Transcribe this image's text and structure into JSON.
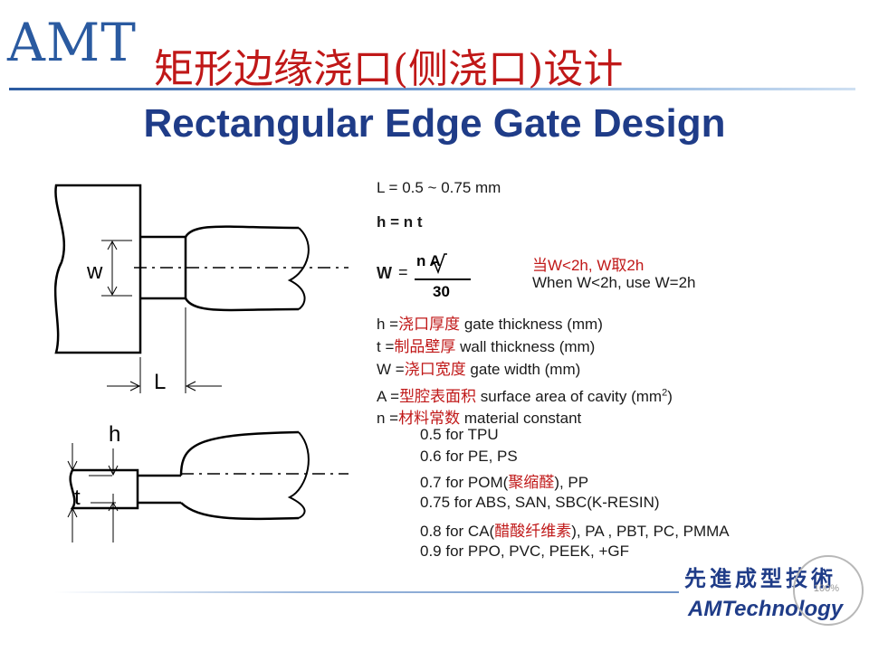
{
  "logo": {
    "text": "AMT"
  },
  "title_cn": "矩形边缘浇口(侧浇口)设计",
  "title_en": "Rectangular Edge Gate Design",
  "formulas": {
    "L": "L = 0.5  ~  0.75 mm",
    "h": "h = n t",
    "w_lhs": "W",
    "w_eq": "=",
    "w_num": "n  A",
    "w_den": "30"
  },
  "note": {
    "cn": "当W<2h, W取2h",
    "en": "When W<2h, use W=2h"
  },
  "defs": [
    {
      "sym": "h =",
      "cn": "浇口厚度",
      "en": " gate thickness (mm)"
    },
    {
      "sym": "t  =",
      "cn": "制品壁厚",
      "en": " wall thickness (mm)"
    },
    {
      "sym": "W =",
      "cn": "浇口宽度",
      "en": " gate width (mm)"
    },
    {
      "sym": "A =",
      "cn": "型腔表面积",
      "en": " surface area of cavity (mm",
      "sup": "2",
      "tail": ")"
    },
    {
      "sym": "n  =",
      "cn": "材料常数",
      "en": " material constant"
    }
  ],
  "materials": [
    {
      "pre": "0.5 for TPU",
      "cn": "",
      "post": ""
    },
    {
      "pre": "0.6 for PE, PS",
      "cn": "",
      "post": ""
    },
    {
      "pre": "0.7 for POM(",
      "cn": "聚缩醛",
      "post": "),  PP"
    },
    {
      "pre": "0.75 for ABS,  SAN,  SBC(K-RESIN)",
      "cn": "",
      "post": ""
    },
    {
      "pre": "0.8 for CA(",
      "cn": "醋酸纤维素",
      "post": "),  PA , PBT, PC, PMMA"
    },
    {
      "pre": "0.9 for PPO, PVC, PEEK, +GF",
      "cn": "",
      "post": ""
    }
  ],
  "diagram_labels": {
    "w": "w",
    "L": "L",
    "h": "h",
    "t": "t"
  },
  "footer": {
    "cn": "先進成型技術",
    "en": "AMTechnology",
    "stamp": "100%"
  },
  "colors": {
    "title_cn": "#c01818",
    "title_en": "#1f3c88",
    "brand": "#2a5aa0"
  }
}
